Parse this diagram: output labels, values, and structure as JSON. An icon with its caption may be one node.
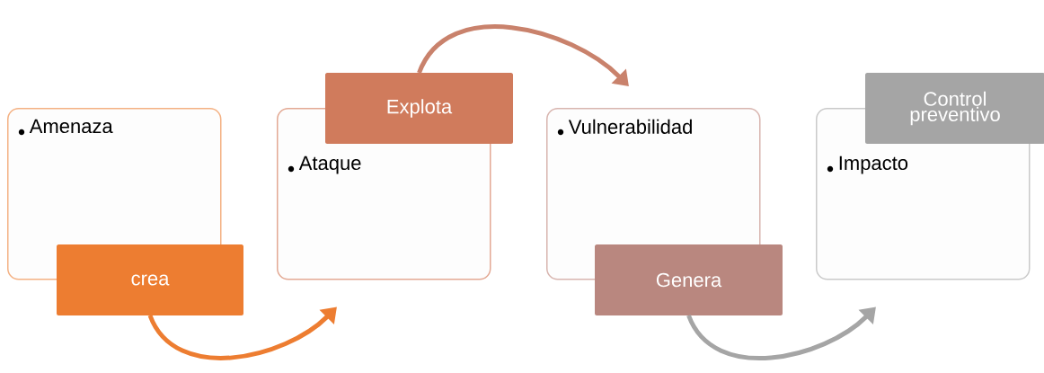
{
  "diagram": {
    "nodes": [
      {
        "text": [
          "Amenaza"
        ]
      },
      {
        "text": [
          "crea"
        ]
      },
      {
        "text": [
          "Ataque"
        ]
      },
      {
        "text": [
          "Explota"
        ]
      },
      {
        "text": [
          "Vulnerabilidad"
        ]
      },
      {
        "text": [
          "Genera"
        ]
      },
      {
        "text": [
          "Impacto"
        ]
      },
      {
        "text": [
          "Control preventivo"
        ]
      }
    ],
    "edges": [
      {
        "from": 1,
        "to": 2,
        "arrow": "to",
        "color": "#ed7d31"
      },
      {
        "from": 3,
        "to": 4,
        "arrow": "to",
        "color": "#c9826c"
      },
      {
        "from": 5,
        "to": 6,
        "arrow": "to",
        "color": "#a5a5a5"
      }
    ]
  }
}
